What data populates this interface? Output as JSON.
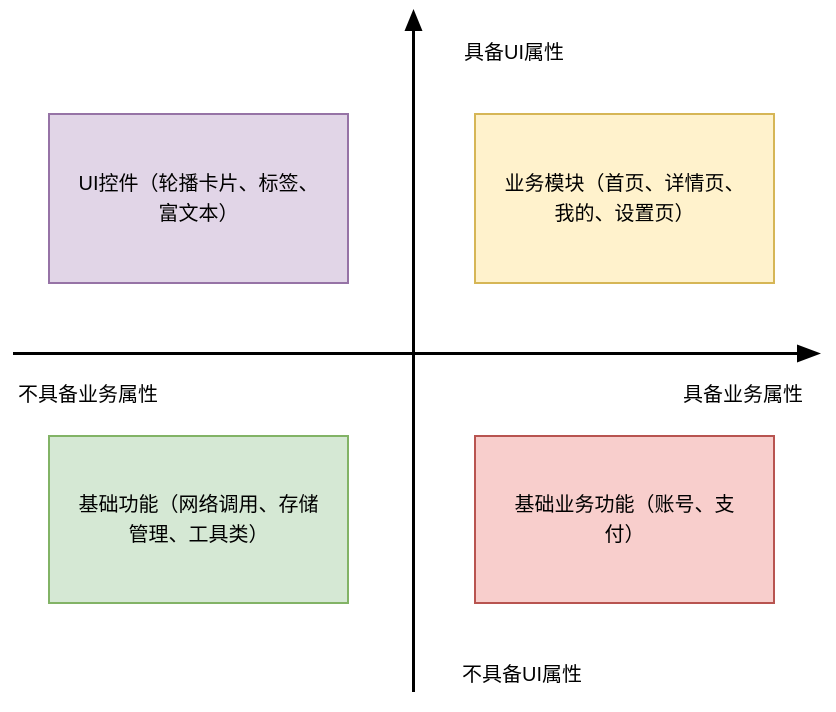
{
  "diagram": {
    "type": "quadrant-diagram",
    "background_color": "#ffffff",
    "axis_color": "#000000",
    "text_color": "#000000"
  },
  "axes": {
    "top_label": "具备UI属性",
    "bottom_label": "不具备UI属性",
    "left_label": "不具备业务属性",
    "right_label": "具备业务属性"
  },
  "quadrants": [
    {
      "position": "top-left",
      "label": "UI控件（轮播卡片、标签、富文本）",
      "lines": [
        "UI控件（轮播卡片、标签、",
        "富文本）"
      ],
      "fill": "#e1d5e7",
      "border": "#9673a6"
    },
    {
      "position": "top-right",
      "label": "业务模块（首页、详情页、我的、设置页）",
      "lines": [
        "业务模块（首页、详情页、",
        "我的、设置页）"
      ],
      "fill": "#fff2cc",
      "border": "#d6b656"
    },
    {
      "position": "bottom-left",
      "label": "基础功能（网络调用、存储管理、工具类）",
      "lines": [
        "基础功能（网络调用、存储",
        "管理、工具类）"
      ],
      "fill": "#d5e8d4",
      "border": "#82b366"
    },
    {
      "position": "bottom-right",
      "label": "基础业务功能（账号、支付）",
      "lines": [
        "基础业务功能（账号、支",
        "付）"
      ],
      "fill": "#f8cecc",
      "border": "#b85450"
    }
  ]
}
